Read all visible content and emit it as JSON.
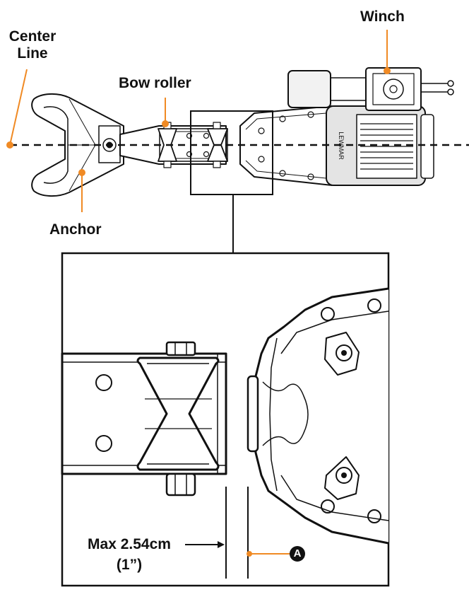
{
  "labels": {
    "winch": "Winch",
    "center_line_1": "Center",
    "center_line_2": "Line",
    "bow_roller": "Bow roller",
    "anchor": "Anchor",
    "max_distance_1": "Max 2.54cm",
    "max_distance_2": "(1”)",
    "callout_a": "A",
    "winch_brand": "LEWMAR"
  },
  "colors": {
    "leader": "#f08a24",
    "outline": "#111111",
    "winch_body": "#d9d9d9"
  }
}
